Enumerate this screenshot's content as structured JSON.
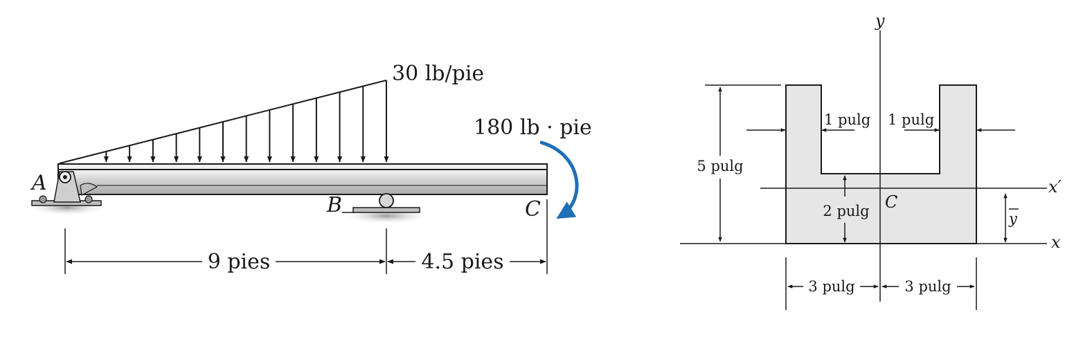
{
  "beam": {
    "load_label": "30 lb/pie",
    "moment_label": "180 lb · pie",
    "point_a": "A",
    "point_b": "B",
    "point_c": "C",
    "dim_ab": "9 pies",
    "dim_bc": "4.5 pies"
  },
  "section": {
    "axis_y": "y",
    "axis_x": "x",
    "axis_xprime": "x′",
    "centroid": "C",
    "ybar": "y",
    "height": "5 pulg",
    "flange_left": "1 pulg",
    "flange_right": "1 pulg",
    "base_thickness": "2 pulg",
    "half_width_left": "3 pulg",
    "half_width_right": "3 pulg"
  },
  "colors": {
    "moment_arrow": "#1f6fb8",
    "section_fill": "#e6e6e6",
    "beam_fill": "#dcdcdc"
  }
}
